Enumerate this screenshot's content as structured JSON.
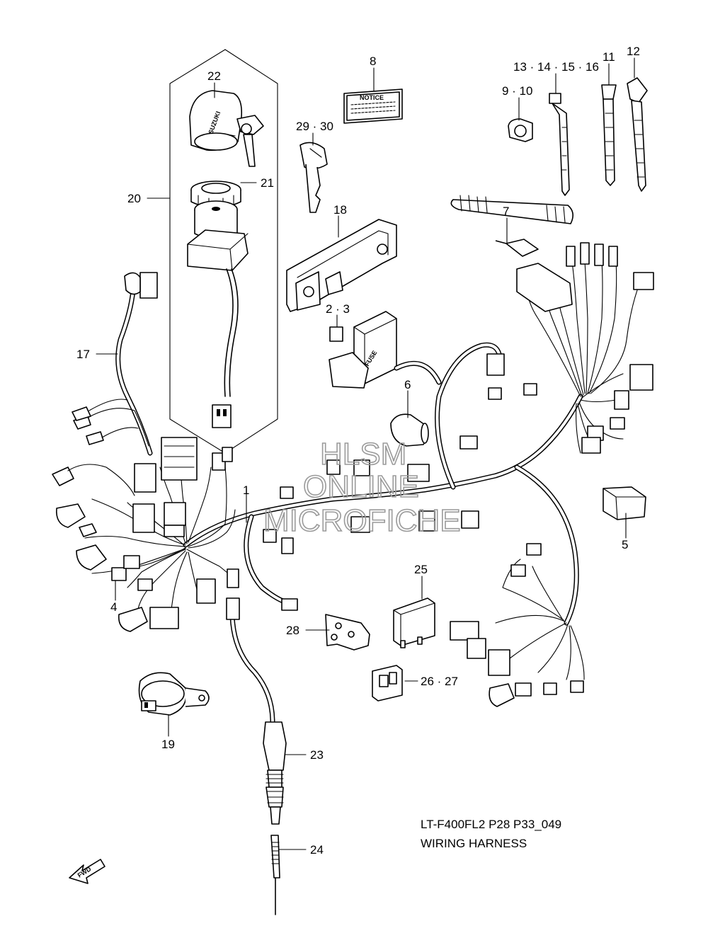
{
  "callouts": {
    "c1": "1",
    "c2_3": "2 · 3",
    "c4": "4",
    "c5": "5",
    "c6": "6",
    "c7": "7",
    "c8": "8",
    "c9_10": "9 · 10",
    "c11": "11",
    "c12": "12",
    "c13_16": "13 · 14 · 15 · 16",
    "c17": "17",
    "c18": "18",
    "c19": "19",
    "c20": "20",
    "c21": "21",
    "c22": "22",
    "c23": "23",
    "c24": "24",
    "c25": "25",
    "c26_27": "26 · 27",
    "c28": "28",
    "c29_30": "29 · 30"
  },
  "part_text": {
    "notice_label": "NOTICE",
    "fuse_label": "FUSE",
    "brand_label": "SUZUKI",
    "fwd_label": "FWD"
  },
  "watermark": {
    "line1": "HLSM",
    "line2": "ONLINE",
    "line3": "MICROFICHE"
  },
  "caption": {
    "code": "LT-F400FL2 P28 P33_049",
    "title": "WIRING HARNESS"
  }
}
